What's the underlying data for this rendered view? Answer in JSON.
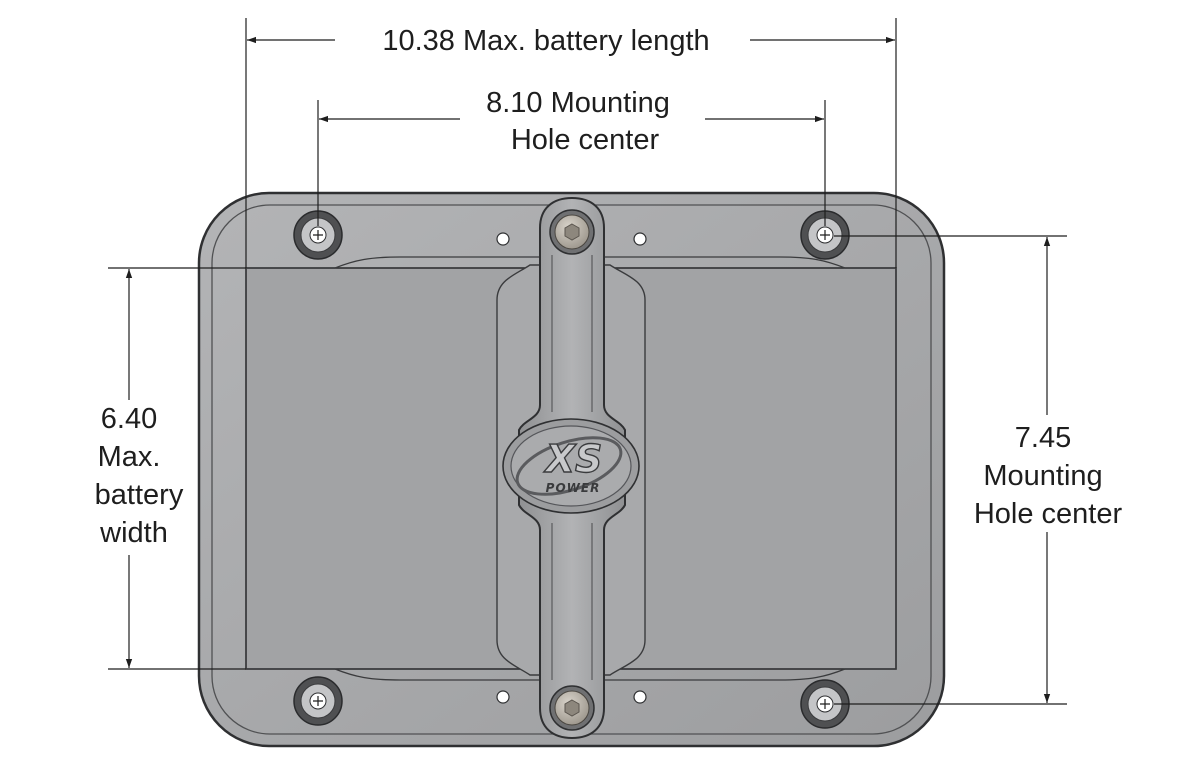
{
  "dimensions": {
    "battery_length": {
      "value": "10.38",
      "label": "Max. battery length"
    },
    "mounting_length": {
      "value": "8.10",
      "line1": "Mounting",
      "line2": "Hole center"
    },
    "battery_width": {
      "value": "6.40",
      "line1": "Max.",
      "line2": "battery",
      "line3": "width"
    },
    "mounting_width": {
      "value": "7.45",
      "line1": "Mounting",
      "line2": "Hole center"
    }
  },
  "logo": {
    "main": "XS",
    "sub": "POWER"
  },
  "colors": {
    "tray_body": "#a9aaac",
    "tray_edge": "#2f3032",
    "battery_area": "#a2a3a5",
    "dimension_line": "#1e1e1e",
    "bolt": "#b9b3a9"
  }
}
